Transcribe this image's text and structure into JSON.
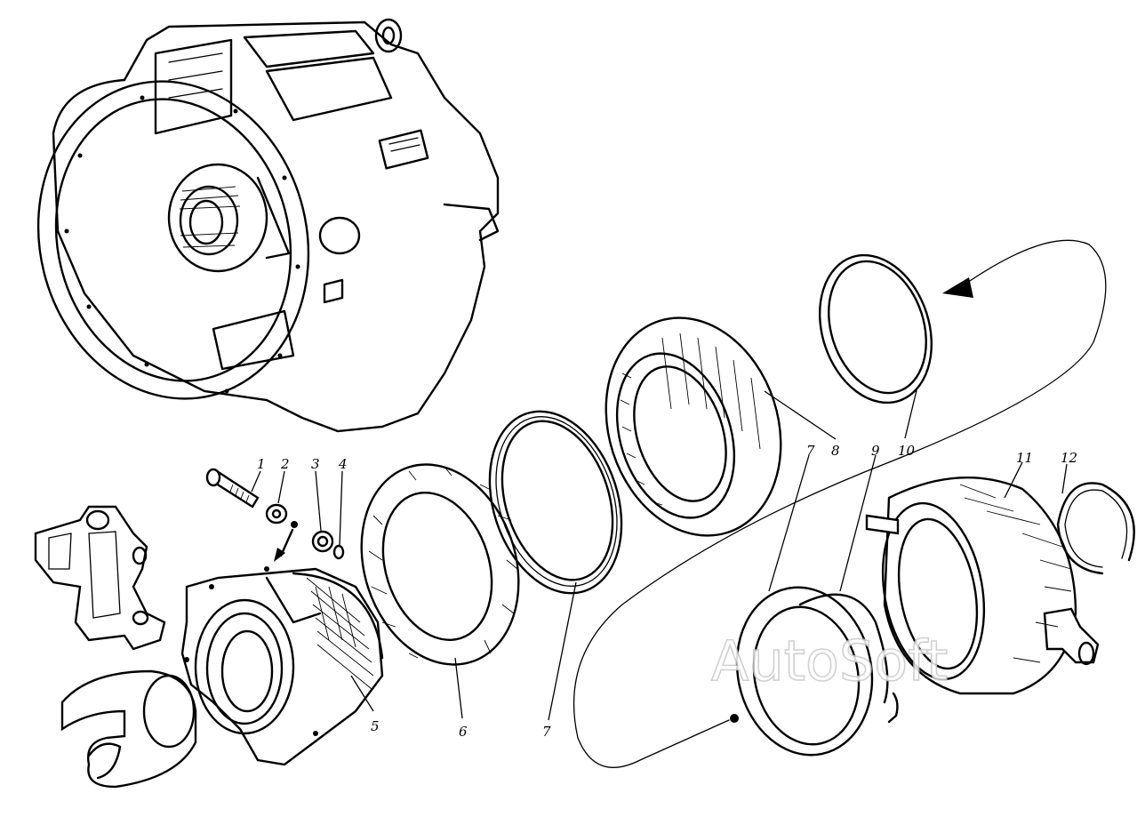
{
  "callouts": {
    "c1": "1",
    "c2": "2",
    "c3": "3",
    "c4": "4",
    "c5": "5",
    "c6": "6",
    "c7a": "7",
    "c7b": "7",
    "c8": "8",
    "c9": "9",
    "c10": "10",
    "c11": "11",
    "c12": "12"
  },
  "watermark": "AutoSoft",
  "palette": {
    "ink": "#000000",
    "paper": "#ffffff",
    "watermark_outline": "#c8c8c8"
  }
}
